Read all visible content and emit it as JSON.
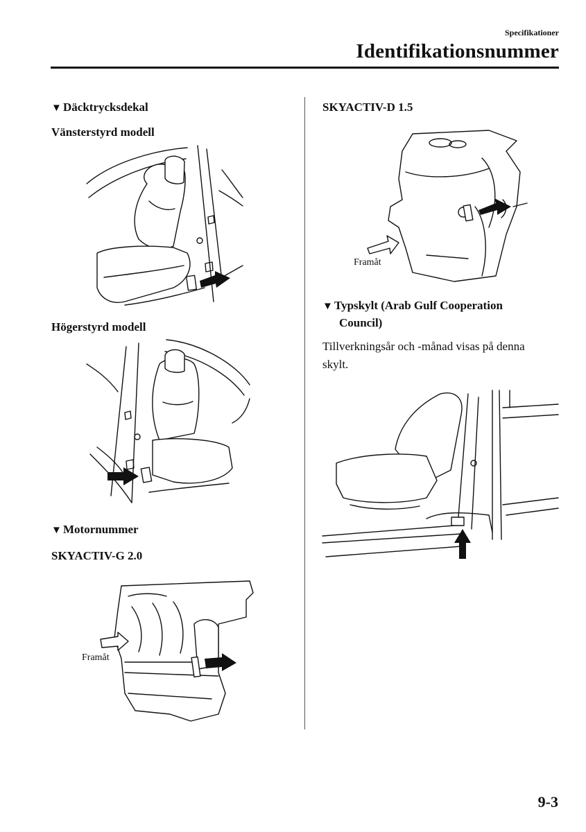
{
  "header": {
    "section": "Specifikationer",
    "title": "Identifikationsnummer"
  },
  "left": {
    "tire_heading": "Däcktrycksdekal",
    "lhd_label": "Vänsterstyrd modell",
    "rhd_label": "Högerstyrd modell",
    "engine_heading": "Motornummer",
    "engine_g_label": "SKYACTIV-G 2.0",
    "forward_caption": "Framåt"
  },
  "right": {
    "engine_d_label": "SKYACTIV-D 1.5",
    "forward_caption": "Framåt",
    "type_plate_heading_line1": "Typskylt (Arab Gulf Cooperation",
    "type_plate_heading_line2": "Council)",
    "type_plate_text_line1": "Tillverkningsår och -månad visas på denna",
    "type_plate_text_line2": "skylt."
  },
  "footer": {
    "page_number": "9-3"
  },
  "icons": {
    "heading_marker": "down-triangle-icon"
  }
}
